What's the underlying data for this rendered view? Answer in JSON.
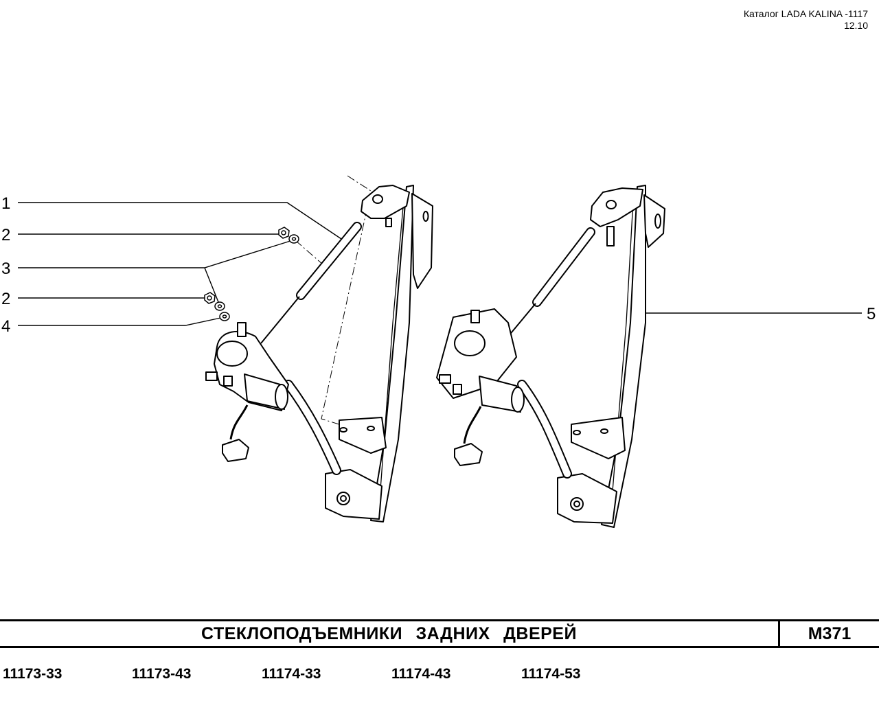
{
  "header": {
    "catalog": "Каталог LADA KALINA -1117",
    "date": "12.10"
  },
  "callouts": [
    {
      "label": "1"
    },
    {
      "label": "2"
    },
    {
      "label": "3"
    },
    {
      "label": "2"
    },
    {
      "label": "4"
    },
    {
      "label": "5"
    }
  ],
  "title": {
    "text": "СТЕКЛОПОДЪЕМНИКИ   ЗАДНИХ   ДВЕРЕЙ",
    "code": "М371"
  },
  "models": [
    "11173-33",
    "11173-43",
    "11174-33",
    "11174-43",
    "11174-53"
  ]
}
